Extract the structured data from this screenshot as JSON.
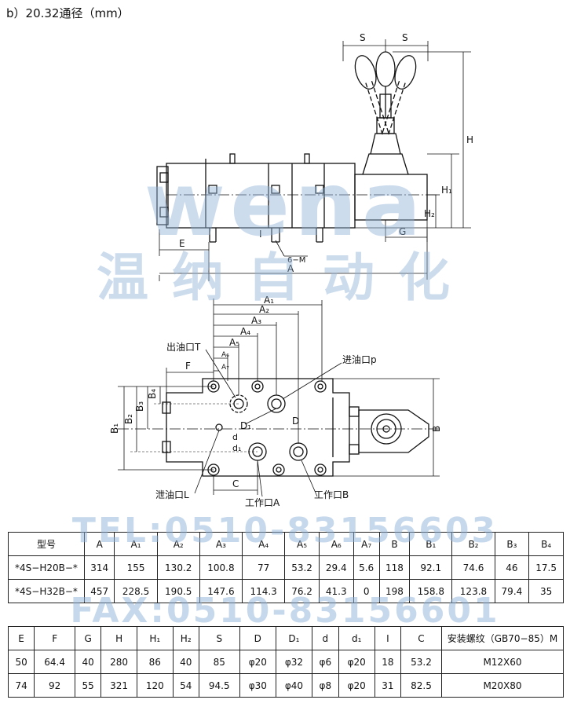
{
  "caption": "b）20.32通径（mm）",
  "watermark": {
    "brand": "wena",
    "cn": "温纳自动化",
    "tel": "TEL:0510-83156603",
    "fax": "FAX:0510-83156601"
  },
  "drawing_labels": {
    "S_left": "S",
    "S_right": "S",
    "H": "H",
    "H1": "H₁",
    "H2": "H₂",
    "G": "G",
    "E": "E",
    "I": "I",
    "six_M": "6−M",
    "A": "A",
    "A1": "A₁",
    "A2": "A₂",
    "A3": "A₃",
    "A4": "A₄",
    "A5": "A₅",
    "A6": "A₆",
    "A7": "A₇",
    "F": "F",
    "B": "B",
    "B1": "B₁",
    "B2": "B₂",
    "B3": "B₃",
    "B4": "B₄",
    "C": "C",
    "D": "D",
    "D1": "D₁",
    "d": "d",
    "d1": "d₁",
    "outlet_T": "出油口T",
    "inlet_p": "进油口p",
    "drain_L": "泄油口L",
    "work_A": "工作口A",
    "work_B": "工作口B"
  },
  "table1": {
    "header": [
      "型号",
      "A",
      "A₁",
      "A₂",
      "A₃",
      "A₄",
      "A₅",
      "A₆",
      "A₇",
      "B",
      "B₁",
      "B₂",
      "B₃",
      "B₄"
    ],
    "rows": [
      [
        "*4S−H20B−*",
        "314",
        "155",
        "130.2",
        "100.8",
        "77",
        "53.2",
        "29.4",
        "5.6",
        "118",
        "92.1",
        "74.6",
        "46",
        "17.5"
      ],
      [
        "*4S−H32B−*",
        "457",
        "228.5",
        "190.5",
        "147.6",
        "114.3",
        "76.2",
        "41.3",
        "0",
        "198",
        "158.8",
        "123.8",
        "79.4",
        "35"
      ]
    ]
  },
  "table2": {
    "header": [
      "E",
      "F",
      "G",
      "H",
      "H₁",
      "H₂",
      "S",
      "D",
      "D₁",
      "d",
      "d₁",
      "I",
      "C",
      "安装螺纹（GB70−85）M"
    ],
    "rows": [
      [
        "50",
        "64.4",
        "40",
        "280",
        "86",
        "40",
        "85",
        "φ20",
        "φ32",
        "φ6",
        "φ20",
        "18",
        "53.2",
        "M12X60"
      ],
      [
        "74",
        "92",
        "55",
        "321",
        "120",
        "54",
        "94.5",
        "φ30",
        "φ40",
        "φ8",
        "φ20",
        "31",
        "82.5",
        "M20X80"
      ]
    ]
  }
}
